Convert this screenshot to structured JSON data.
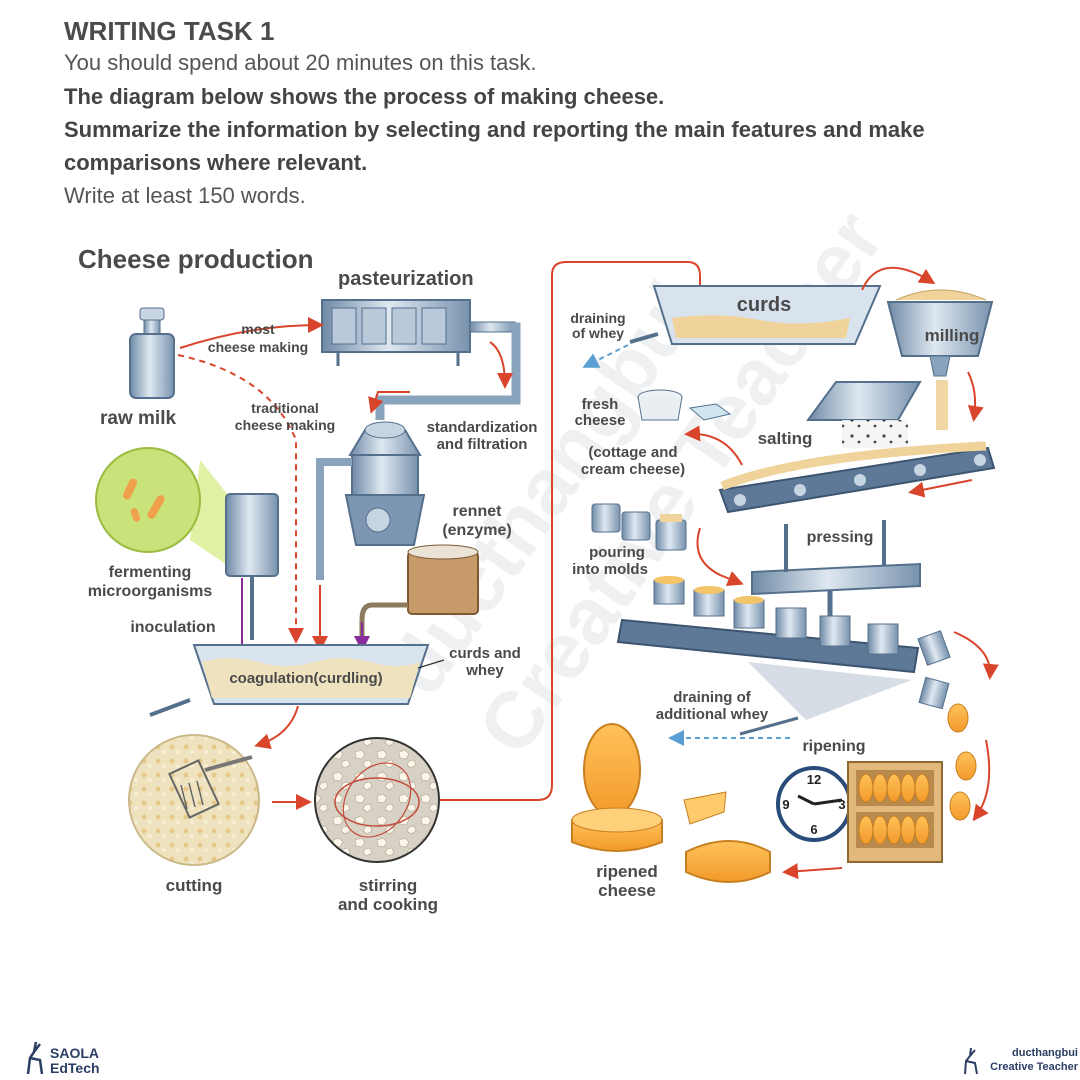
{
  "header": {
    "title": "WRITING TASK 1",
    "instruction": "You should spend about 20 minutes on this task.",
    "prompt_line1": "The diagram below shows the process of making cheese.",
    "prompt_line2": "Summarize the information by selecting and reporting the main features and make",
    "prompt_line3": "comparisons where relevant.",
    "word_count": "Write at least 150 words."
  },
  "diagram": {
    "title": "Cheese production",
    "labels": {
      "pasteurization": "pasteurization",
      "most_1": "most",
      "most_2": "cheese making",
      "raw_milk": "raw milk",
      "traditional_1": "traditional",
      "traditional_2": "cheese making",
      "standardization_1": "standardization",
      "standardization_2": "and filtration",
      "rennet_1": "rennet",
      "rennet_2": "(enzyme)",
      "fermenting_1": "fermenting",
      "fermenting_2": "microorganisms",
      "inoculation": "inoculation",
      "coagulation": "coagulation(curdling)",
      "curds_whey_1": "curds and",
      "curds_whey_2": "whey",
      "cutting": "cutting",
      "stirring_1": "stirring",
      "stirring_2": "and cooking",
      "draining_whey_1": "draining",
      "draining_whey_2": "of whey",
      "curds": "curds",
      "milling": "milling",
      "fresh_1": "fresh",
      "fresh_2": "cheese",
      "cottage_1": "(cottage and",
      "cottage_2": "cream cheese)",
      "salting": "salting",
      "pouring_1": "pouring",
      "pouring_2": "into molds",
      "pressing": "pressing",
      "draining_add_1": "draining of",
      "draining_add_2": "additional whey",
      "ripening": "ripening",
      "ripened_1": "ripened",
      "ripened_2": "cheese"
    },
    "clock_numbers": {
      "n12": "12",
      "n3": "3",
      "n6": "6",
      "n9": "9"
    },
    "watermark_1": "ducthangbui",
    "watermark_2": "Creative Teacher"
  },
  "logos": {
    "left_1": "SAOLA",
    "left_2": "EdTech",
    "right_1": "ducthangbui",
    "right_2": "Creative Teacher"
  },
  "colors": {
    "arrow_red": "#d9452b",
    "arrow_purple": "#8a2b9a",
    "arrow_blue": "#5a9fd4",
    "metal": "#8aa3bd",
    "cheese": "#f4a63a",
    "curd": "#f1dfae"
  }
}
